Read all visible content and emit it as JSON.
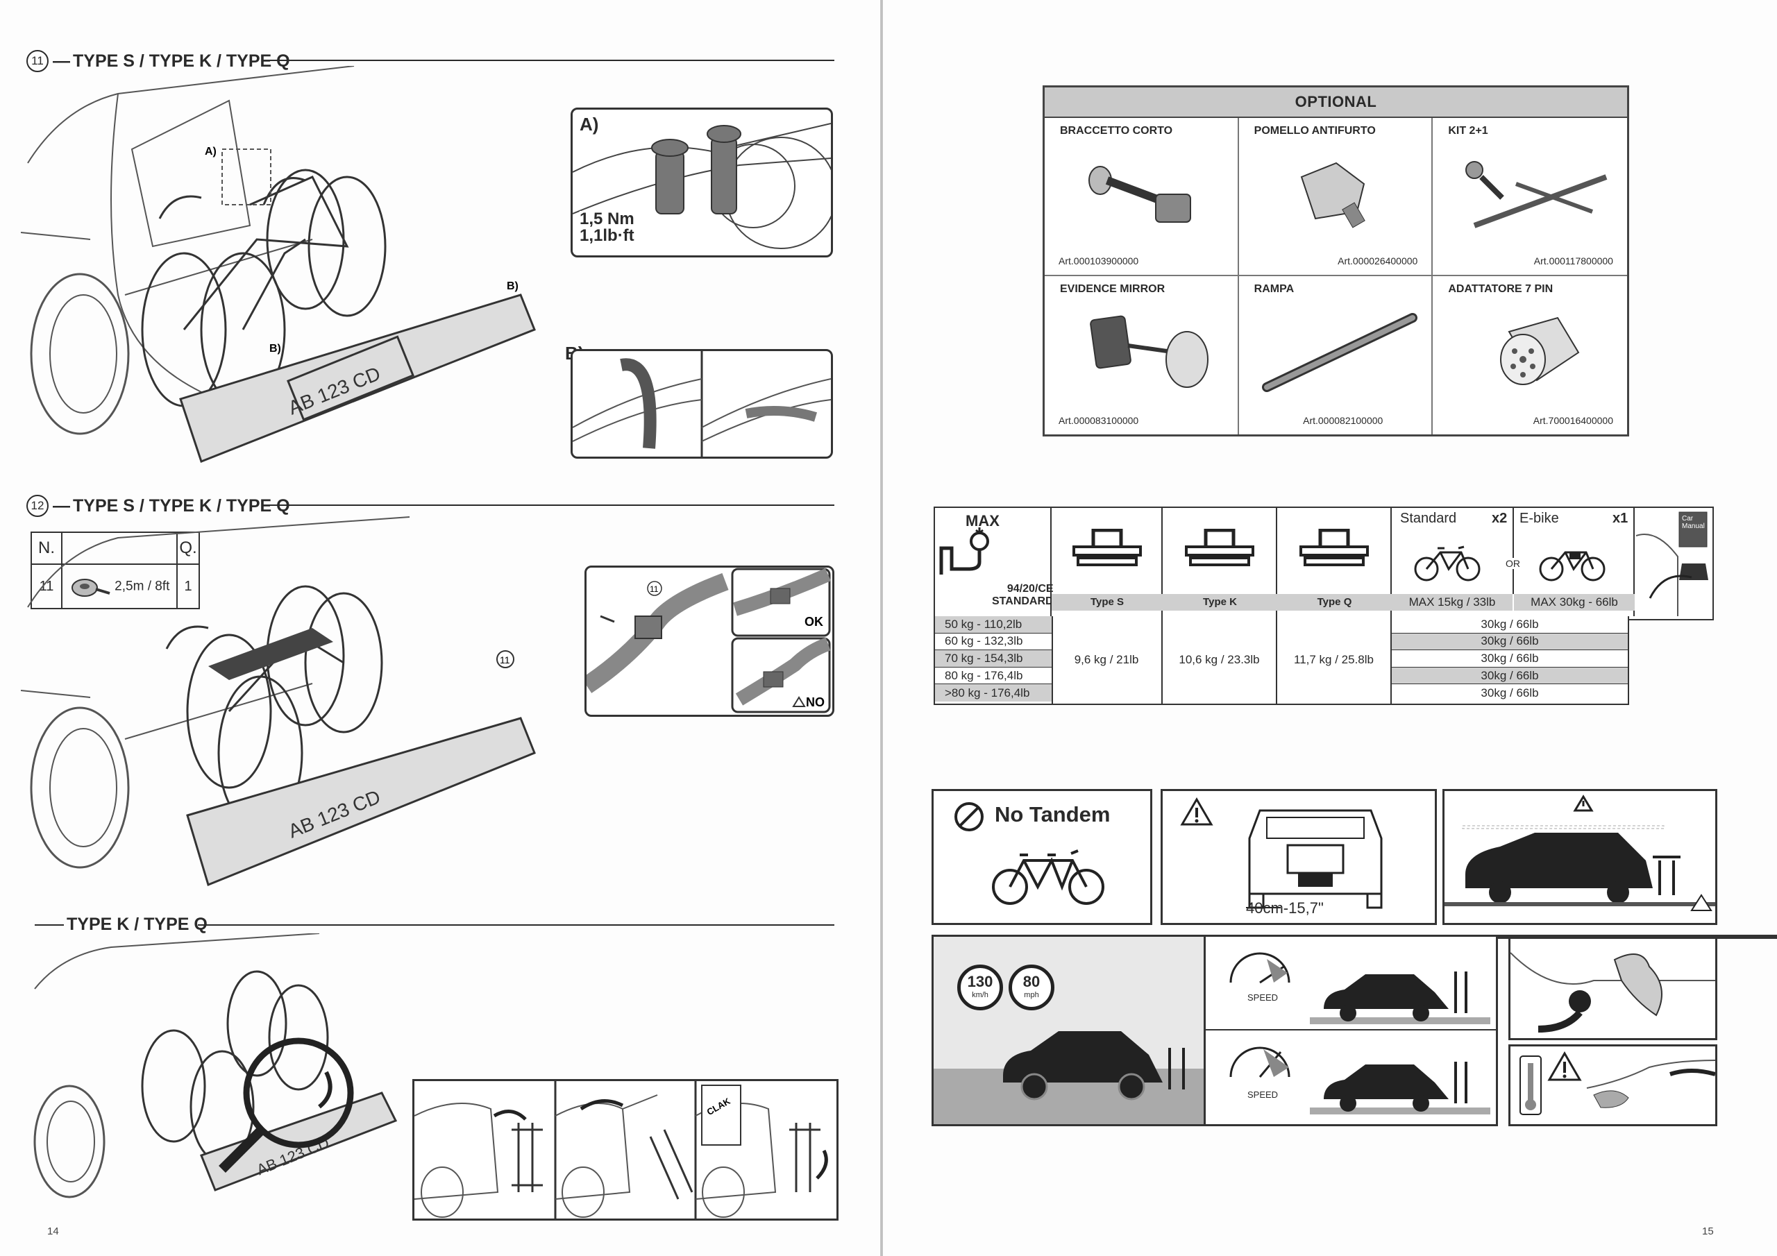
{
  "left_page": {
    "page_number": "14",
    "section11": {
      "step_number": "11",
      "title": "TYPE S / TYPE K / TYPE Q",
      "callouts": {
        "a": "A)",
        "b": "B)"
      },
      "plate": "AB 123 CD",
      "detail_a": {
        "label": "A)",
        "torque_nm": "1,5 Nm",
        "torque_lbft": "1,1lb·ft"
      },
      "detail_b": {
        "label": "B)"
      }
    },
    "section12": {
      "step_number": "12",
      "title": "TYPE S / TYPE K / TYPE Q",
      "parts_table": {
        "header_n": "N.",
        "header_q": "Q.",
        "row_n": "11",
        "row_item": "2,5m / 8ft",
        "row_q": "1"
      },
      "plate": "AB 123 CD",
      "strap_callout": "11",
      "ok_label": "OK",
      "no_label": "NO",
      "detail_callout": "11"
    },
    "section_k_q": {
      "title": "TYPE K / TYPE Q",
      "plate": "AB 123 CD",
      "clak_label": "CLAK"
    }
  },
  "right_page": {
    "page_number": "15",
    "optional": {
      "header": "OPTIONAL",
      "items": [
        {
          "name": "BRACCETTO CORTO",
          "art": "Art.000103900000",
          "icon": "short-arm-icon"
        },
        {
          "name": "POMELLO ANTIFURTO",
          "art": "Art.000026400000",
          "icon": "anti-theft-knob-icon"
        },
        {
          "name": "KIT 2+1",
          "art": "Art.000117800000",
          "icon": "kit-extension-icon"
        },
        {
          "name": "EVIDENCE MIRROR",
          "art": "Art.000083100000",
          "icon": "mirror-icon"
        },
        {
          "name": "RAMPA",
          "art": "Art.000082100000",
          "icon": "ramp-icon"
        },
        {
          "name": "ADATTATORE 7 PIN",
          "art": "Art.700016400000",
          "icon": "adapter-7pin-icon"
        }
      ]
    },
    "load_table": {
      "max_label": "MAX",
      "standard_label_1": "94/20/CE",
      "standard_label_2": "STANDARD",
      "types": [
        "Type S",
        "Type K",
        "Type Q"
      ],
      "type_weights": [
        "9,6 kg / 21lb",
        "10,6 kg / 23.3lb",
        "11,7 kg / 25.8lb"
      ],
      "standard_bike": {
        "label": "Standard",
        "count": "x2",
        "max": "MAX 15kg / 33lb"
      },
      "or_label": "OR",
      "ebike": {
        "label": "E-bike",
        "count": "x1",
        "max": "MAX 30kg - 66lb"
      },
      "tow_loads": [
        "50 kg - 110,2lb",
        "60 kg - 132,3lb",
        "70 kg - 154,3lb",
        "80 kg - 176,4lb",
        ">80 kg - 176,4lb"
      ],
      "capacities": [
        "30kg / 66lb",
        "30kg / 66lb",
        "30kg / 66lb",
        "30kg / 66lb",
        "30kg / 66lb"
      ],
      "manual_label_1": "Car",
      "manual_label_2": "Manual"
    },
    "warnings": {
      "no_tandem": "No Tandem",
      "clearance": "40cm-15,7\"",
      "speed_kmh": "130",
      "speed_kmh_unit": "km/h",
      "speed_mph": "80",
      "speed_mph_unit": "mph",
      "speed_label": "SPEED"
    }
  }
}
